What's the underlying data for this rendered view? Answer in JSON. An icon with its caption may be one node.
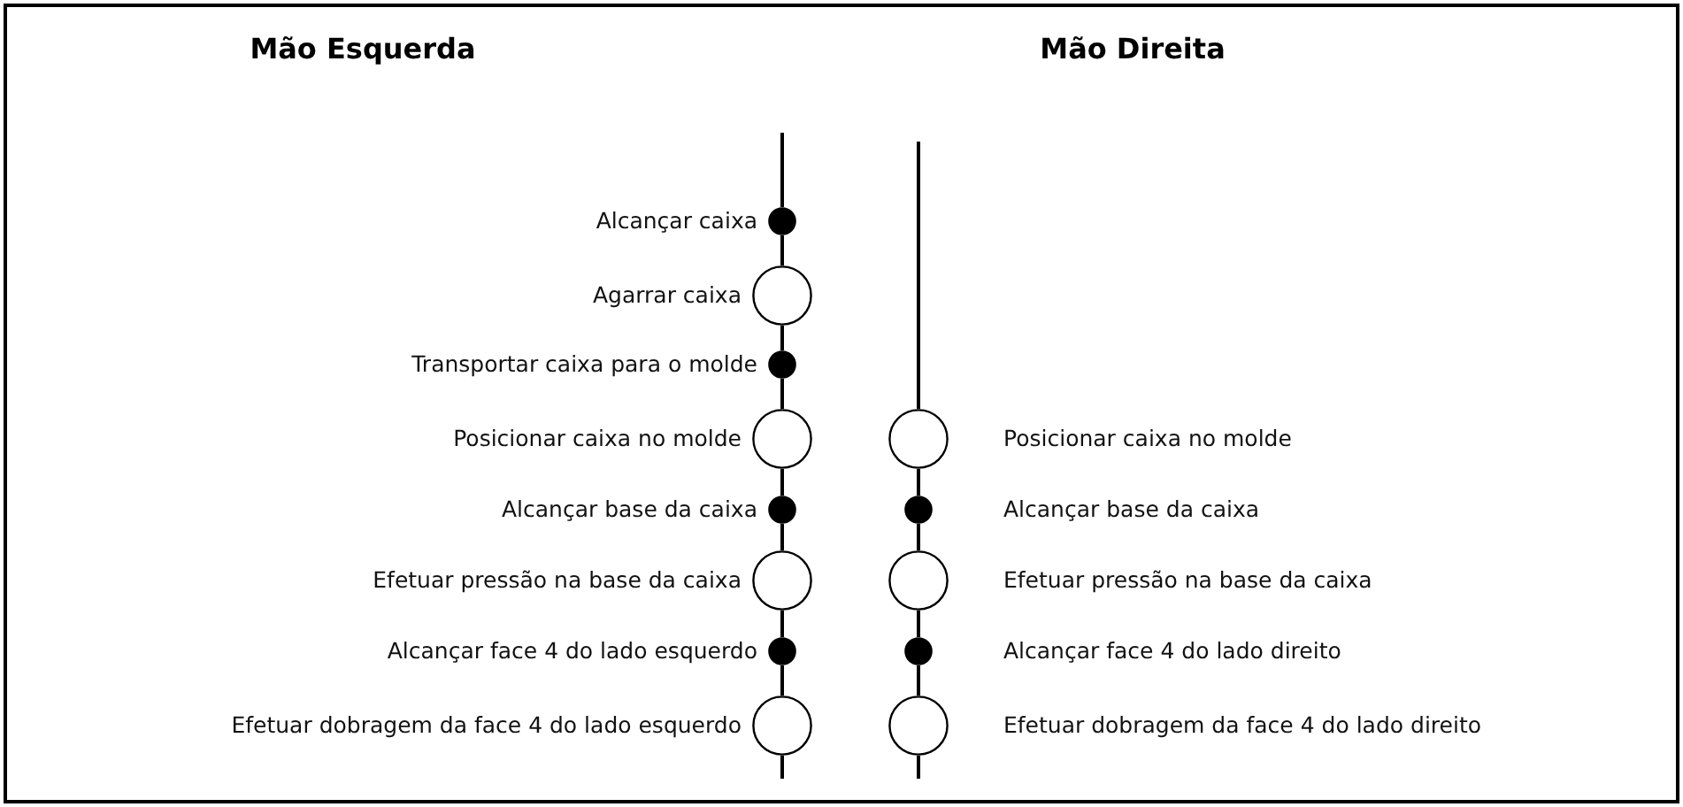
{
  "diagram": {
    "nodes": [
      {
        "text": [],
        "shape": "dot",
        "beside": [
          "Alcançar caixa"
        ]
      },
      {
        "text": [],
        "shape": "circle",
        "beside": [
          "Agarrar caixa"
        ]
      },
      {
        "text": [],
        "shape": "dot",
        "beside": [
          "Transportar caixa para o molde"
        ]
      },
      {
        "text": [],
        "shape": "circle",
        "beside": [
          "Posicionar caixa no molde"
        ]
      },
      {
        "text": [],
        "shape": "dot",
        "beside": [
          "Alcançar base da caixa"
        ]
      },
      {
        "text": [],
        "shape": "circle",
        "beside": [
          "Efetuar pressão na base da caixa"
        ]
      },
      {
        "text": [],
        "shape": "dot",
        "beside": [
          "Alcançar face 4 do lado esquerdo"
        ]
      },
      {
        "text": [],
        "shape": "circle",
        "beside": [
          "Efetuar dobragem da face 4 do lado esquerdo"
        ]
      },
      {
        "text": [],
        "shape": "circle",
        "beside": [
          "Posicionar caixa no molde"
        ]
      },
      {
        "text": [],
        "shape": "dot",
        "beside": [
          "Alcançar base da caixa"
        ]
      },
      {
        "text": [],
        "shape": "circle",
        "beside": [
          "Efetuar pressão na base da caixa"
        ]
      },
      {
        "text": [],
        "shape": "dot",
        "beside": [
          "Alcançar face 4 do lado direito"
        ]
      },
      {
        "text": [],
        "shape": "circle",
        "beside": [
          "Efetuar dobragem da face 4 do lado direito"
        ]
      }
    ],
    "edges": [
      {
        "from": null,
        "to": 0,
        "arrow": "none"
      },
      {
        "from": 0,
        "to": 1,
        "arrow": "none"
      },
      {
        "from": 1,
        "to": 2,
        "arrow": "none"
      },
      {
        "from": 2,
        "to": 3,
        "arrow": "none"
      },
      {
        "from": 3,
        "to": 4,
        "arrow": "none"
      },
      {
        "from": 4,
        "to": 5,
        "arrow": "none"
      },
      {
        "from": 5,
        "to": 6,
        "arrow": "none"
      },
      {
        "from": 6,
        "to": 7,
        "arrow": "none"
      },
      {
        "from": 7,
        "to": null,
        "arrow": "none"
      },
      {
        "from": null,
        "to": 8,
        "arrow": "none"
      },
      {
        "from": 8,
        "to": 9,
        "arrow": "none"
      },
      {
        "from": 9,
        "to": 10,
        "arrow": "none"
      },
      {
        "from": 10,
        "to": 11,
        "arrow": "none"
      },
      {
        "from": 11,
        "to": 12,
        "arrow": "none"
      },
      {
        "from": 12,
        "to": null,
        "arrow": "none"
      }
    ],
    "labels": [
      "Mão Esquerda",
      "Mão Direita"
    ]
  }
}
